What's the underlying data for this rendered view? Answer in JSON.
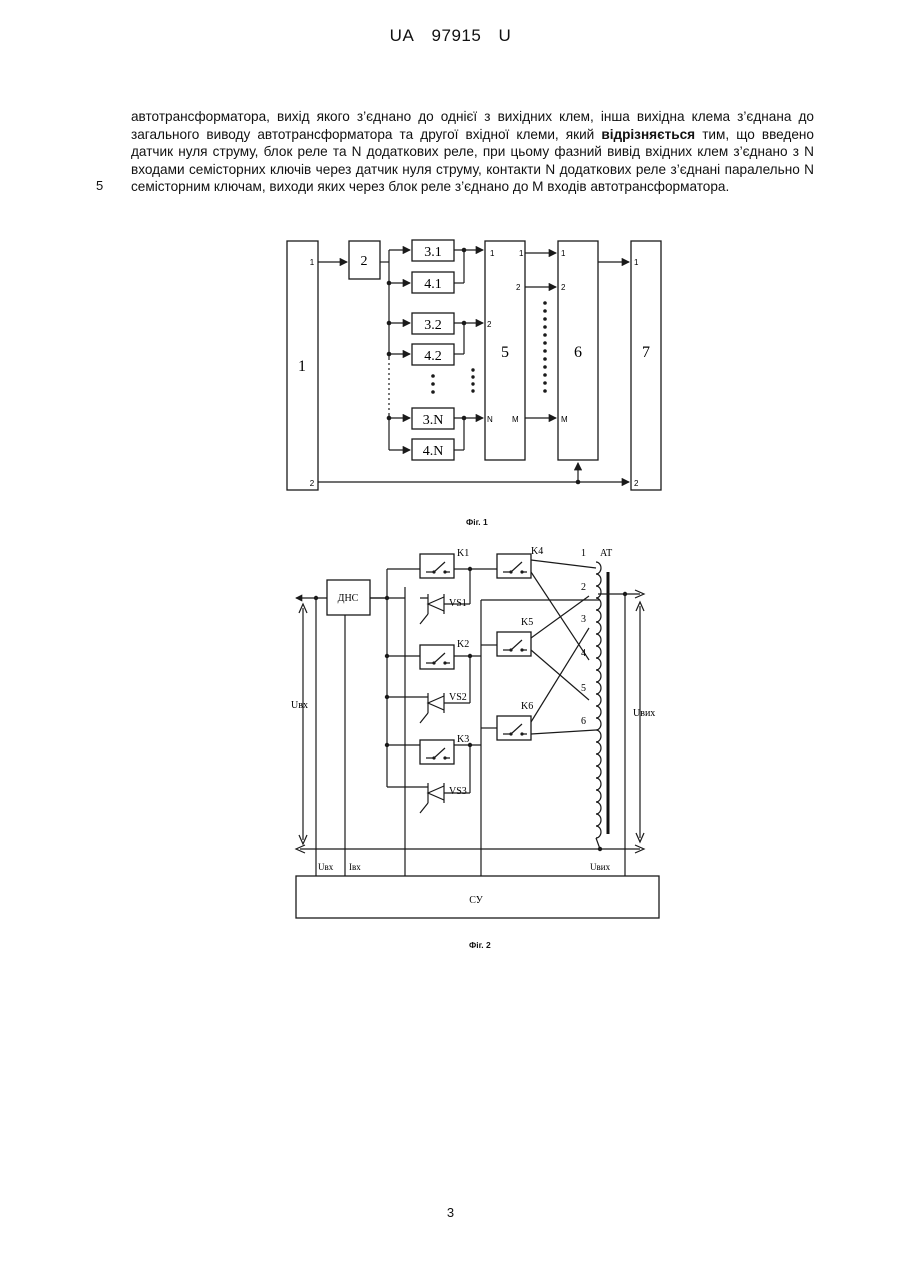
{
  "header": {
    "country": "UA",
    "number": "97915",
    "kind": "U"
  },
  "text": {
    "line_number": "5",
    "part1": "автотрансформатора, вихід якого з’єднано до однієї з вихідних клем, інша вихідна клема з’єднана до загального виводу автотрансформатора та другої вхідної клеми, який ",
    "bold": "відрізняється",
    "part2": " тим, що введено датчик нуля струму, блок реле та N додаткових реле, при цьому фазний вивід вхідних клем з’єднано з N входами семісторних ключів через датчик нуля струму, контакти N додаткових реле з’єднані паралельно N семісторним ключам, виходи яких через блок реле з’єднано до М входів автотрансформатора."
  },
  "fig1": {
    "caption": "Фіг. 1",
    "blocks": {
      "b1": "1",
      "b2": "2",
      "b31": "3.1",
      "b41": "4.1",
      "b32": "3.2",
      "b42": "4.2",
      "b3n": "3.N",
      "b4n": "4.N",
      "b5": "5",
      "b6": "6",
      "b7": "7"
    },
    "pins": {
      "p1": "1",
      "p2": "2",
      "pN": "N",
      "pM": "M"
    }
  },
  "fig2": {
    "caption": "Фіг. 2",
    "dns": "ДНС",
    "su": "СУ",
    "relays": {
      "k1": "K1",
      "k2": "K2",
      "k3": "K3",
      "k4": "K4",
      "k5": "K5",
      "k6": "K6"
    },
    "triacs": {
      "vs1": "VS1",
      "vs2": "VS2",
      "vs3": "VS3"
    },
    "at": "AT",
    "taps": [
      "1",
      "2",
      "3",
      "4",
      "5",
      "6"
    ],
    "u_in": "Uвх",
    "u_out": "Uвих",
    "i_in": "Iвх"
  },
  "page_number": "3"
}
